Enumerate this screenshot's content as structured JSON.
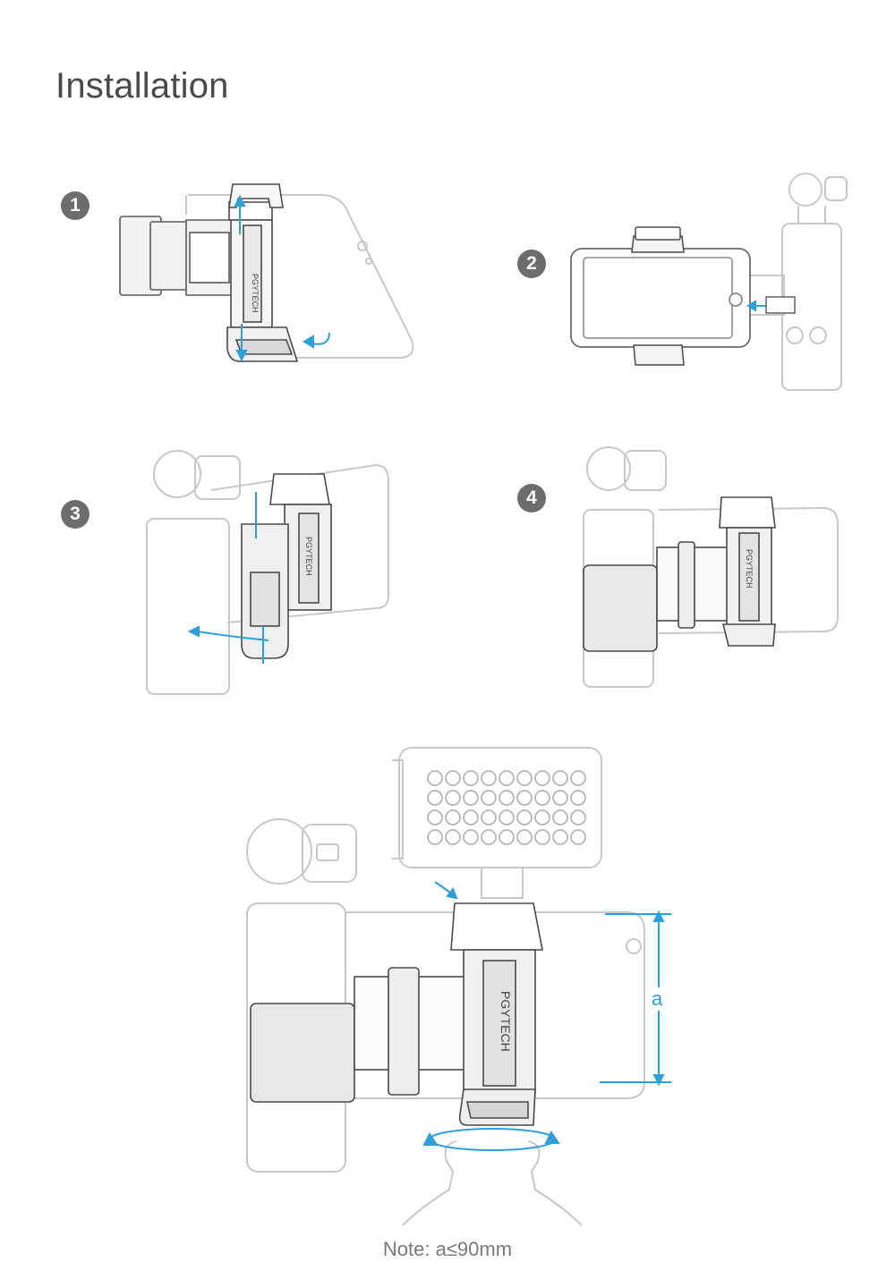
{
  "page": {
    "title": "Installation",
    "note": "Note: a≤90mm"
  },
  "steps": [
    {
      "number": "1"
    },
    {
      "number": "2"
    },
    {
      "number": "3"
    },
    {
      "number": "4"
    }
  ],
  "brand": {
    "logo_text": "PGYTECH"
  },
  "dimension": {
    "label": "a"
  },
  "colors": {
    "accent_arrow": "#2f9fd8",
    "line_art_light": "#c8c8c8",
    "line_art_dark": "#5a5a5a",
    "badge": "#6d6d6d"
  },
  "icons": {
    "arrow": "arrow-icon",
    "rotation": "rotate-arrow-icon"
  }
}
